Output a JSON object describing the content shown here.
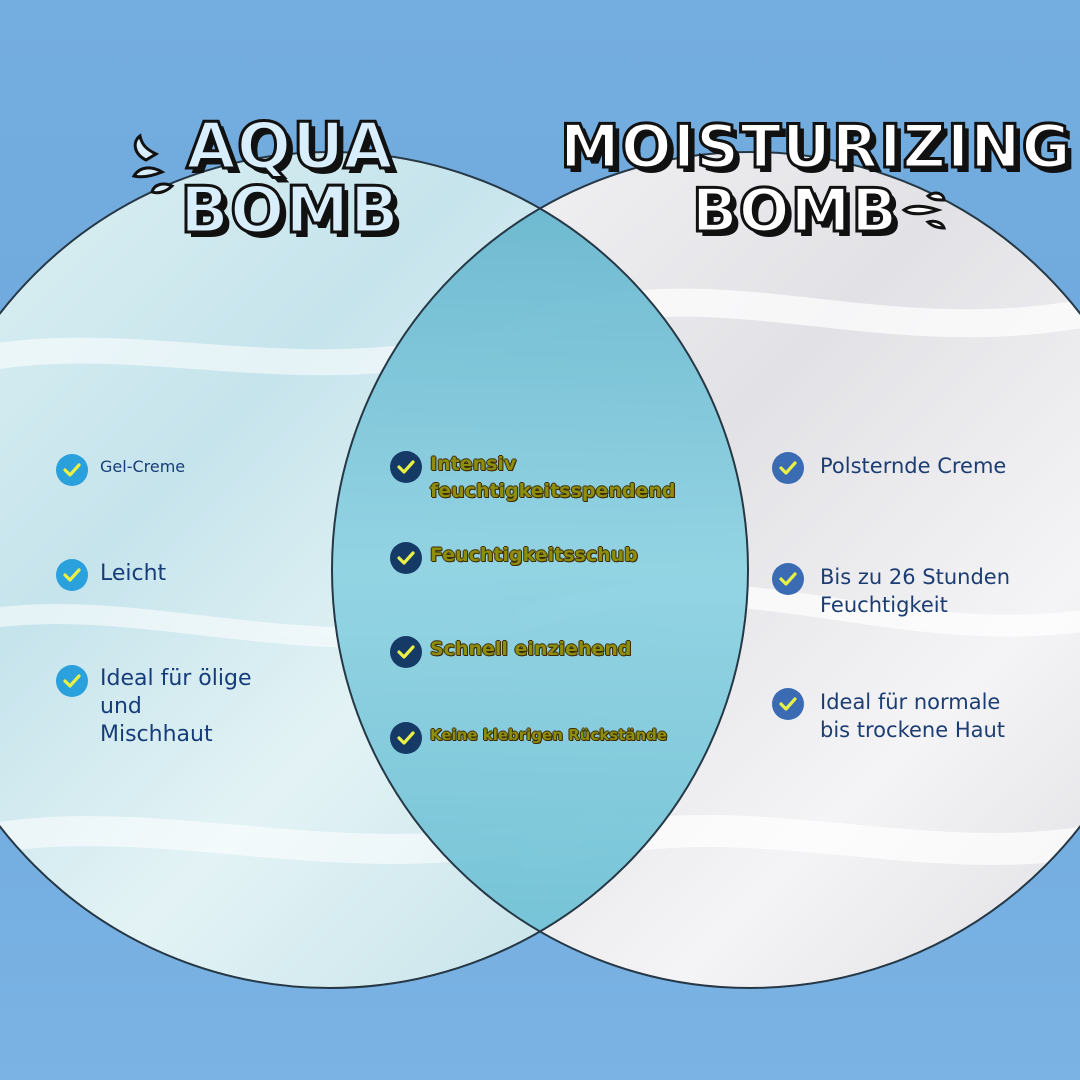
{
  "colors": {
    "background": "#74addf",
    "left_circle": "#cfe9ef",
    "right_circle": "#ebebed",
    "overlap": "#7ccbe0",
    "outline": "#263845",
    "check_left": "#2aa0dc",
    "check_mid": "#163a66",
    "check_right": "#3a6bb3",
    "text_left": "#163d79",
    "text_mid": "#8c8e0c",
    "text_right": "#1c3d73"
  },
  "left": {
    "title_lines": [
      "AQUA",
      "BOMB"
    ],
    "icon": "water-splash-icon",
    "items": [
      {
        "text": "Gel-Creme"
      },
      {
        "text": "Leicht"
      },
      {
        "text": "Ideal für ölige\nund\nMischhaut"
      }
    ]
  },
  "middle": {
    "items": [
      {
        "text": "Intensiv\nfeuchtigkeitsspendend"
      },
      {
        "text": "Feuchtigkeitsschub"
      },
      {
        "text": "Schnell einziehend"
      },
      {
        "text": "Keine klebrigen Rückstände"
      }
    ]
  },
  "right": {
    "title_lines": [
      "MOISTURIZING",
      "BOMB"
    ],
    "icon": "water-splash-icon",
    "items": [
      {
        "text": "Polsternde Creme"
      },
      {
        "text": "Bis zu 26 Stunden\nFeuchtigkeit"
      },
      {
        "text": "Ideal für normale\nbis trockene Haut"
      }
    ]
  },
  "check_icon": "checkmark-icon"
}
